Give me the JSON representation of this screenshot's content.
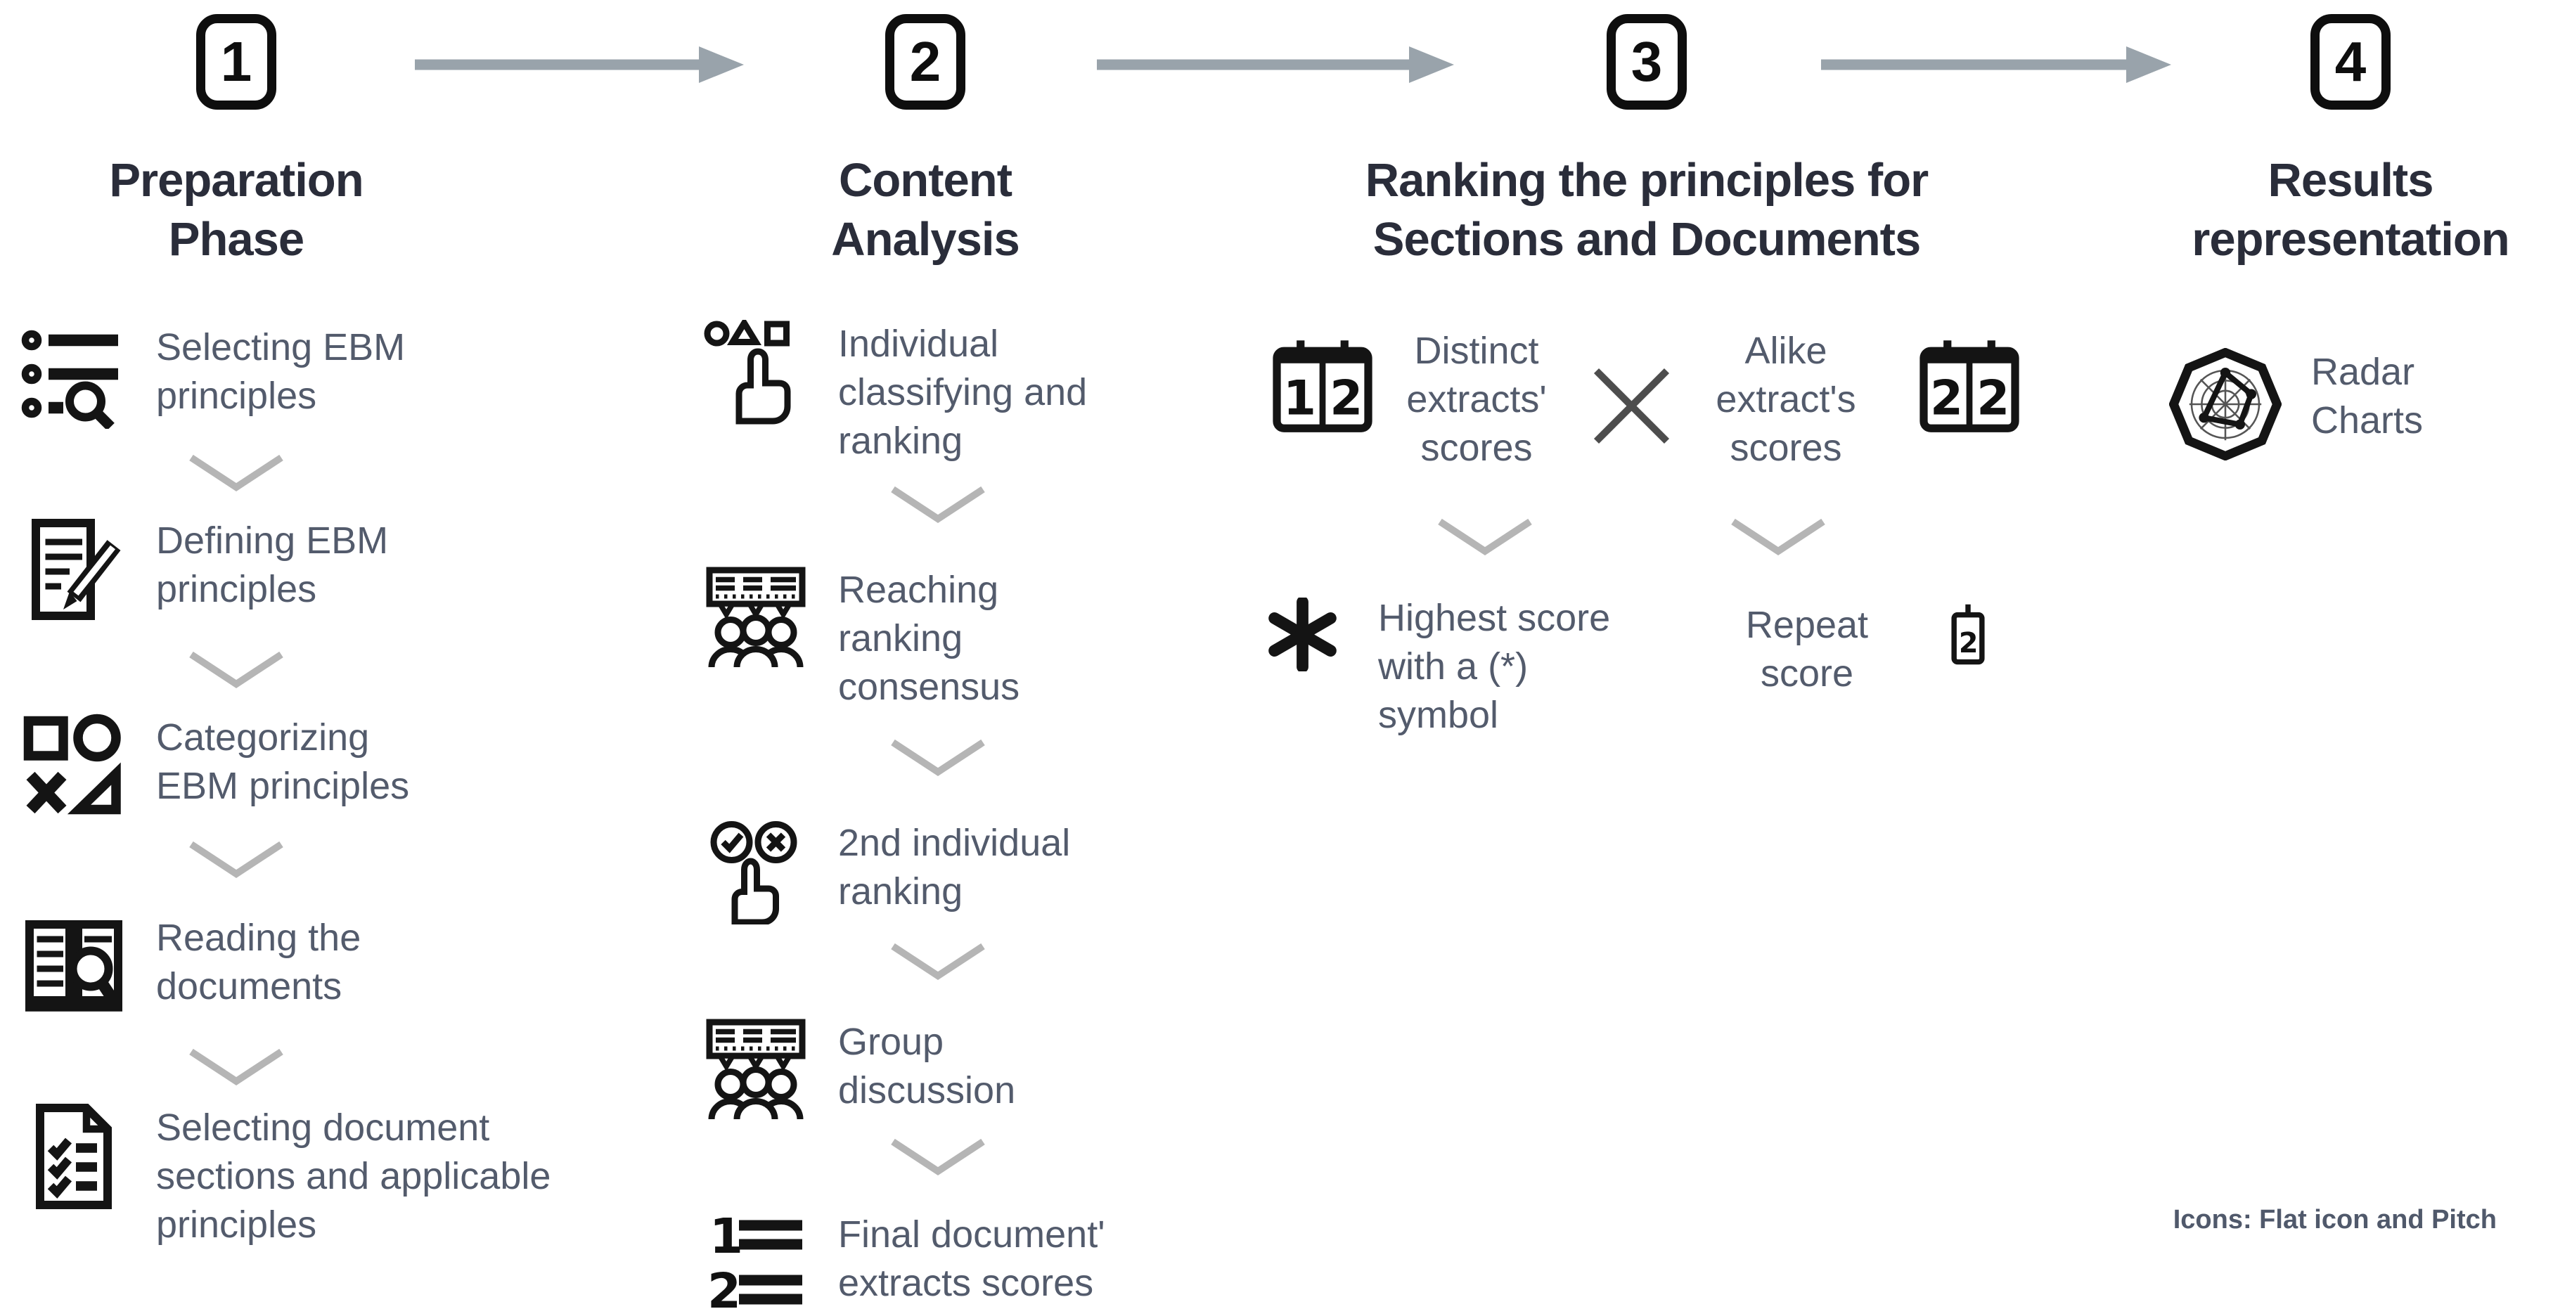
{
  "figure": {
    "credit": "Icons: Flat icon and Pitch"
  },
  "colors": {
    "heading": "#2a2d3a",
    "body_text": "#535b6c",
    "icon": "#141414",
    "chevron": "#b5b5b5",
    "arrow": "#99a3ab",
    "background": "#ffffff"
  },
  "steps": [
    {
      "number": "1",
      "title": "Preparation Phase",
      "items": [
        {
          "icon": "list-search-icon",
          "label": "Selecting EBM principles"
        },
        {
          "icon": "document-edit-icon",
          "label": "Defining EBM principles"
        },
        {
          "icon": "shapes-categories-icon",
          "label": "Categorizing EBM principles"
        },
        {
          "icon": "book-magnifier-icon",
          "label": "Reading the documents"
        },
        {
          "icon": "checklist-document-icon",
          "label": "Selecting document sections and applicable principles"
        }
      ]
    },
    {
      "number": "2",
      "title": "Content Analysis",
      "items": [
        {
          "icon": "shapes-hand-icon",
          "label": "Individual classifying and ranking"
        },
        {
          "icon": "group-discussion-icon",
          "label": "Reaching ranking consensus"
        },
        {
          "icon": "approve-reject-hand-icon",
          "label": "2nd individual ranking"
        },
        {
          "icon": "group-discussion-icon",
          "label": "Group discussion"
        },
        {
          "icon": "ranked-list-icon",
          "label": "Final document' extracts scores",
          "icon_digits": [
            "1",
            "2"
          ]
        }
      ]
    },
    {
      "number": "3",
      "title": "Ranking the principles for Sections and Documents",
      "compare": {
        "left": {
          "icon": "scoreboard-icon",
          "label": "Distinct extracts' scores",
          "digits": [
            "1",
            "2"
          ]
        },
        "operator": "×",
        "right": {
          "icon": "scoreboard-icon",
          "label": "Alike extract's scores",
          "digits": [
            "2",
            "2"
          ]
        }
      },
      "outcomes": {
        "left": {
          "icon": "asterisk-icon",
          "label": "Highest score with a (*) symbol"
        },
        "right": {
          "icon": "counter-icon",
          "label": "Repeat score",
          "digit": "2"
        }
      }
    },
    {
      "number": "4",
      "title": "Results representation",
      "items": [
        {
          "icon": "radar-chart-icon",
          "label": "Radar Charts"
        }
      ]
    }
  ]
}
